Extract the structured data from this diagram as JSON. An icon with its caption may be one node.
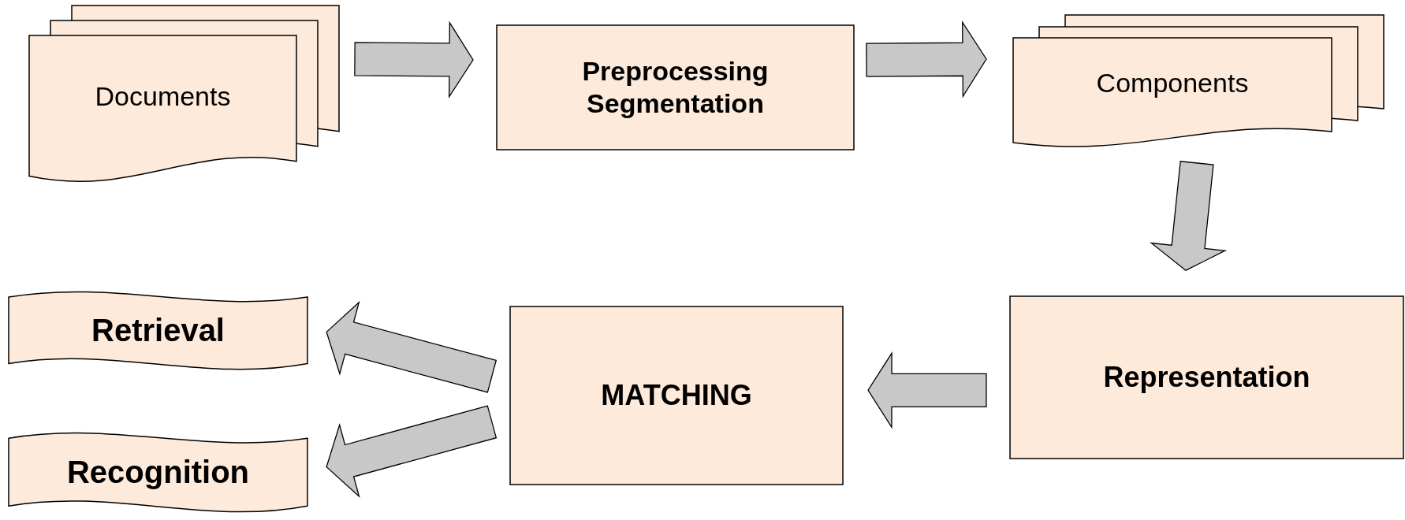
{
  "diagram": {
    "nodes": [
      {
        "text": [
          "Documents"
        ]
      },
      {
        "text": [
          "Preprocessing Segmentation"
        ]
      },
      {
        "text": [
          "Components"
        ]
      },
      {
        "text": [
          "Representation"
        ]
      },
      {
        "text": [
          "MATCHING"
        ]
      },
      {
        "text": [
          "Retrieval"
        ]
      },
      {
        "text": [
          "Recognition"
        ]
      }
    ],
    "edges": [
      {
        "from": 0,
        "to": 1,
        "arrow": "to"
      },
      {
        "from": 1,
        "to": 2,
        "arrow": "to"
      },
      {
        "from": 2,
        "to": 3,
        "arrow": "to"
      },
      {
        "from": 3,
        "to": 4,
        "arrow": "to"
      },
      {
        "from": 4,
        "to": 5,
        "arrow": "to"
      },
      {
        "from": 4,
        "to": 6,
        "arrow": "to"
      }
    ]
  }
}
